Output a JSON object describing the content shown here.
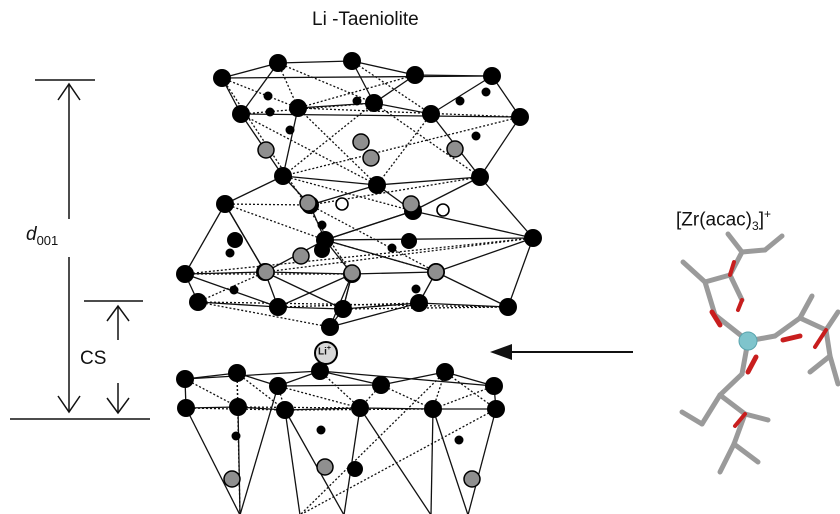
{
  "title": "Li -Taeniolite",
  "complex": {
    "text": "[Zr(acac)",
    "sub": "3",
    "close": "]",
    "charge": "+"
  },
  "labels": {
    "d_main": "d",
    "d_sub": "001",
    "cs": "CS"
  },
  "interlayer_ion": {
    "element": "Li",
    "charge": "+"
  },
  "colors": {
    "line": "#111111",
    "oxygen": "#000000",
    "metal": "#8f8f8f",
    "vacancy": "#ffffff",
    "zr": "#7fc4cc",
    "carbon": "#9a9a9a",
    "acac_oxygen": "#c81e1e"
  }
}
